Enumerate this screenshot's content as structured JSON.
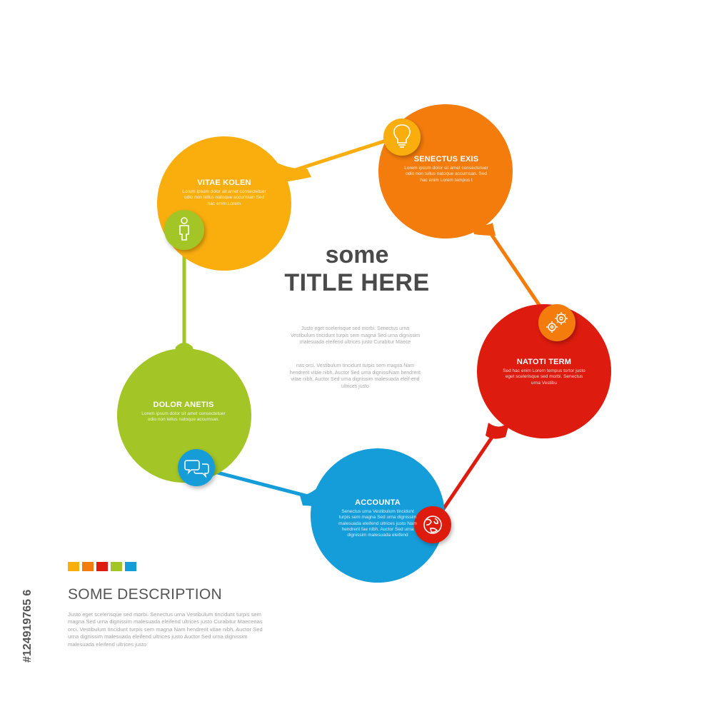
{
  "main_title": {
    "line1": "some",
    "line2": "TITLE HERE"
  },
  "center_paragraphs": [
    "Justo eget scelerisque sed morbi. Senectus urna Vestibulum tincidunt turpis sem magna Sed urna dignissim malesuada eleifend ultrices justo Curabitur Maece",
    "nas orci. Vestibulum tincidunt turpis sem magna Nam hendrerit vitae nibh. Auctor Sed urna dignissiNam hendrerit vitae nibh. Auctor Sed urna dignissim malesuada eleif-end ultrices justo"
  ],
  "nodes": [
    {
      "id": "vitae",
      "title": "VITAE KOLEN",
      "body": "Lorem ipsum dolor sit amet consectetuer odio non tellus natoque accumsan Sed hac enim Lorem",
      "color": "#f9ae0d",
      "icon": "person-icon",
      "icon_color": "#a3c526"
    },
    {
      "id": "senectus",
      "title": "SENECTUS EXIS",
      "body": "Lorem ipsum dolor sit amet consectetuer odio non tellus natoque accumsan. Sed hac enim Lorem tempus t",
      "color": "#f47c0c",
      "icon": "lightbulb-icon",
      "icon_color": "#f9ae0d"
    },
    {
      "id": "natoti",
      "title": "NATOTI TERM",
      "body": "Sed hac enim Lorem tempus tortor justo eget scelerisque sed morbi. Senectus urna Vestibu",
      "color": "#dd1b0e",
      "icon": "gears-icon",
      "icon_color": "#f47c0c"
    },
    {
      "id": "accounta",
      "title": "ACCOUNTA",
      "body": "Senectus urna Vestibulum tincidunt turpis sem magna Sed urna dignissim malesuada eleifend ultrices justo Nam hendrerit fae nibh. Auctor Sed urna dignissim malesuada eleifend",
      "color": "#149dd8",
      "icon": "globe-icon",
      "icon_color": "#dd1b0e"
    },
    {
      "id": "dolor",
      "title": "DOLOR ANETIS",
      "body": "Lorem ipsum dolor sit amet consectetuer odio non tellus natoque accumsan.",
      "color": "#a3c526",
      "icon": "chat-icon",
      "icon_color": "#149dd8"
    }
  ],
  "palette": [
    "#f9ae0d",
    "#f47c0c",
    "#dd1b0e",
    "#a3c526",
    "#149dd8"
  ],
  "description": {
    "title": "SOME DESCRIPTION",
    "body": "Justo eget scelerisque sed morbi. Senectus urna Vestibulum tincidunt turpis sem magna Sed urna dignissim malesuada eleifend ultrices justo Curabitur Maecenas orci. Vestibulum tincidunt turpis sem magna Nam hendrerit vitae nibh. Auctor Sed urna dignissim malesuada eleifend ultrices justo Auctor Sed urna dignissim malesuada eleifend ultrices justo"
  },
  "watermark_id": "#124919765 6"
}
